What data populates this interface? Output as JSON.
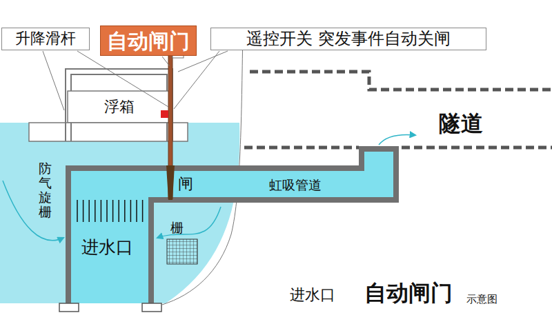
{
  "diagram": {
    "nodes": [
      {
        "text": [
          "升降滑杆"
        ]
      },
      {
        "text": [
          "自动闸门"
        ]
      },
      {
        "text": [
          "遥控开关 突发事件自动关闸"
        ]
      },
      {
        "text": [
          "浮箱"
        ]
      }
    ],
    "labels": [
      "闸",
      "虹吸管道",
      "隧道",
      "防气旋栅",
      "进水口",
      "栅",
      "进水口",
      "自动闸门",
      "示意图"
    ]
  }
}
